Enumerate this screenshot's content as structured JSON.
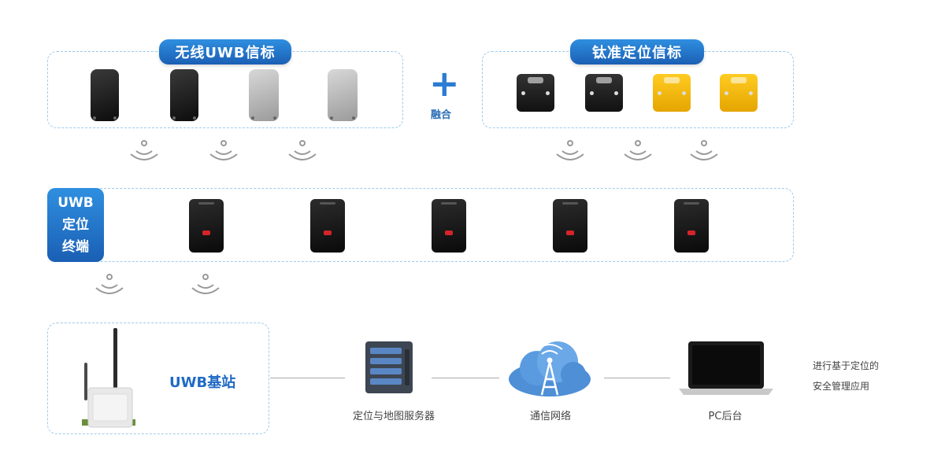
{
  "wireless_group": {
    "title": "无线UWB信标",
    "beacons": [
      "black-tag-icon",
      "black-tag-icon",
      "silver-tag-icon",
      "silver-tag-icon"
    ]
  },
  "fusion": {
    "symbol": "+",
    "label": "融合"
  },
  "titanium_group": {
    "title": "钛准定位信标",
    "beacons": [
      "black-road-stud-icon",
      "black-road-stud-icon",
      "yellow-road-stud-icon",
      "yellow-road-stud-icon"
    ]
  },
  "terminal_group": {
    "label_lines": [
      "UWB",
      "定位",
      "终端"
    ],
    "terminals": [
      "terminal-1",
      "terminal-2",
      "terminal-3",
      "terminal-4",
      "terminal-5"
    ]
  },
  "base_station": {
    "label": "UWB基站"
  },
  "server": {
    "label": "定位与地图服务器"
  },
  "network": {
    "label": "通信网络"
  },
  "pc": {
    "label": "PC后台"
  },
  "note": {
    "lines": [
      "进行基于定位的",
      "安全管理应用"
    ]
  },
  "colors": {
    "accent": "#1f6ac5",
    "dashed_border": "#9ccbee",
    "yellow": "#f2b705",
    "red_button": "#d4242a"
  }
}
